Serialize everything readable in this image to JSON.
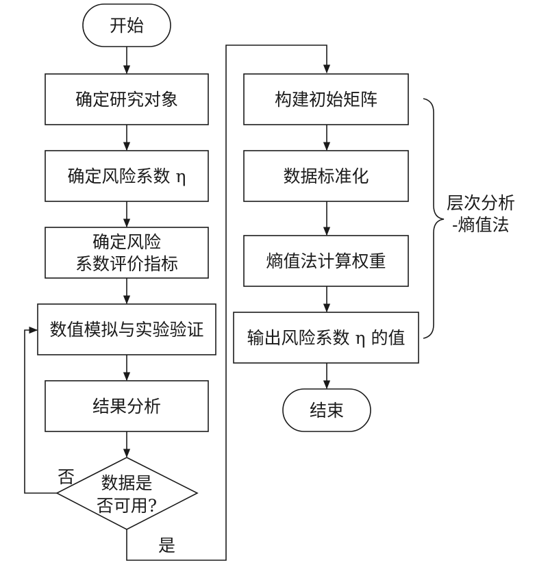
{
  "flowchart": {
    "start": "开始",
    "end": "结束",
    "left_steps": [
      "确定研究对象",
      "确定风险系数",
      "确定风险",
      "系数评价指标",
      "数值模拟与实验验证",
      "结果分析"
    ],
    "eta_symbol": "η",
    "decision": {
      "line1": "数据是",
      "line2": "否可用?"
    },
    "no_label": "否",
    "yes_label": "是",
    "right_steps": [
      "构建初始矩阵",
      "数据标准化",
      "熵值法计算权重",
      "输出风险系数",
      "的值"
    ],
    "brace_label": {
      "line1": "层次分析",
      "line2": "-熵值法"
    }
  }
}
